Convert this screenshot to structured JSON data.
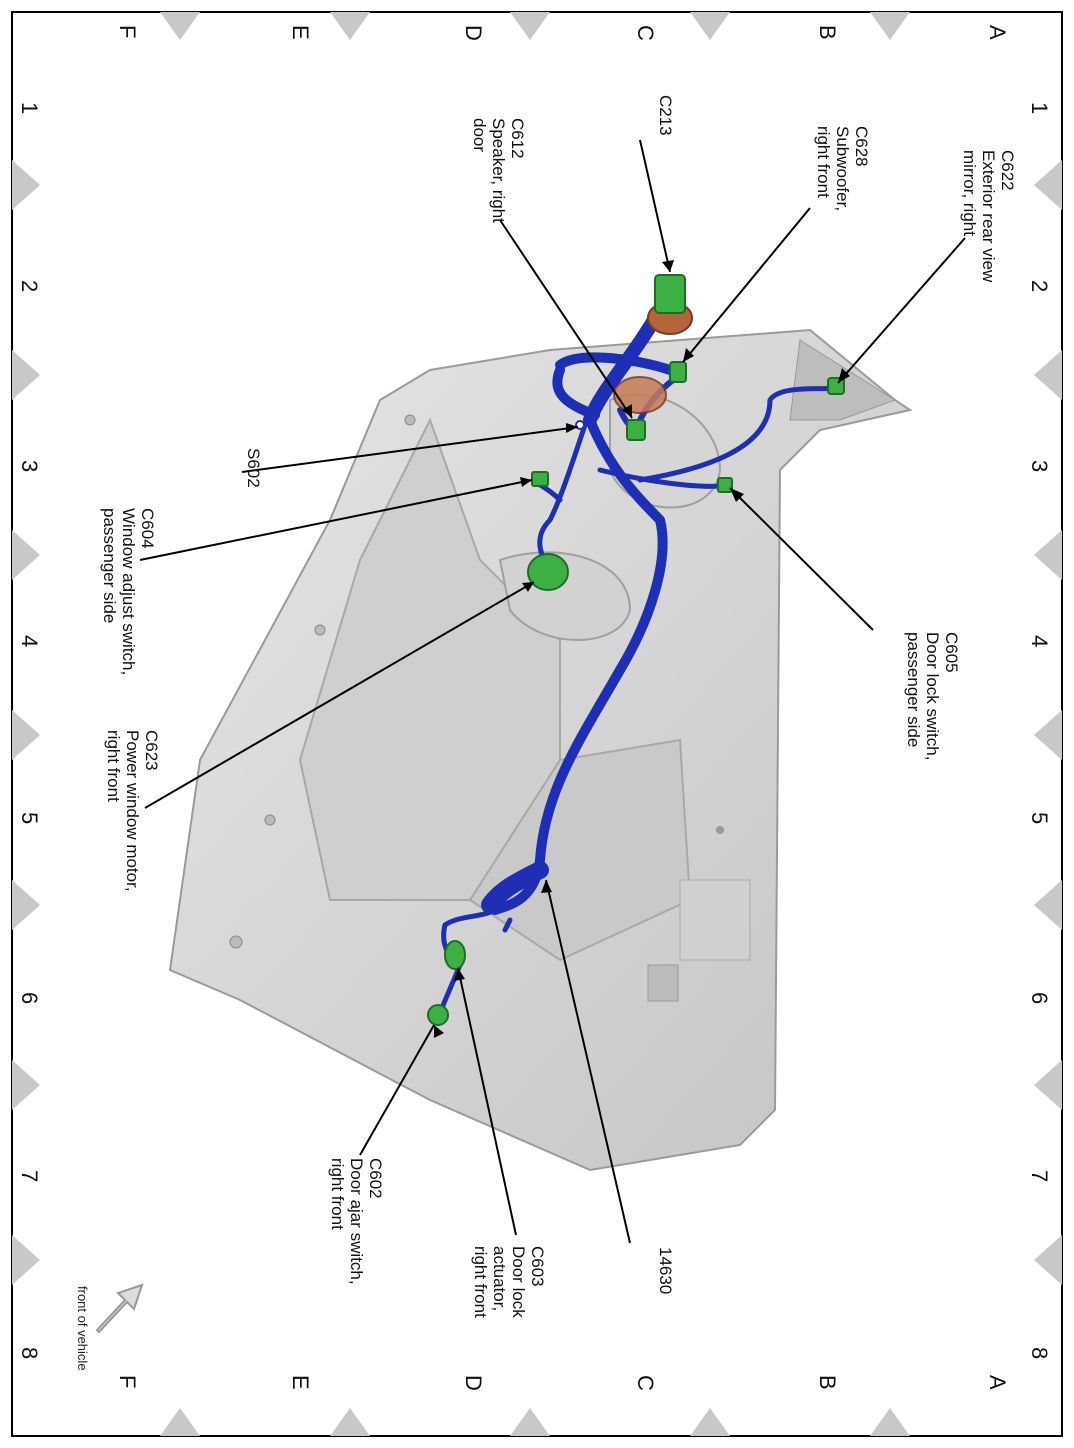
{
  "grid": {
    "numbers": [
      "1",
      "2",
      "3",
      "4",
      "5",
      "6",
      "7",
      "8"
    ],
    "letters": [
      "A",
      "B",
      "C",
      "D",
      "E",
      "F"
    ]
  },
  "connectors": [
    {
      "id": "C622",
      "desc": [
        "Exterior rear view",
        "mirror, right"
      ]
    },
    {
      "id": "C628",
      "desc": [
        "Subwoofer,",
        "right front"
      ]
    },
    {
      "id": "C213",
      "desc": []
    },
    {
      "id": "C612",
      "desc": [
        "Speaker, right",
        "door"
      ]
    },
    {
      "id": "S602",
      "desc": []
    },
    {
      "id": "C604",
      "desc": [
        "Window adjust switch,",
        "passenger side"
      ]
    },
    {
      "id": "C623",
      "desc": [
        "Power window motor,",
        "right front"
      ]
    },
    {
      "id": "C605",
      "desc": [
        "Door lock switch,",
        "passenger side"
      ]
    },
    {
      "id": "14630",
      "desc": []
    },
    {
      "id": "C603",
      "desc": [
        "Door lock",
        "actuator,",
        "right front"
      ]
    },
    {
      "id": "C602",
      "desc": [
        "Door ajar switch,",
        "right front"
      ]
    }
  ],
  "front_label": "front of vehicle",
  "colors": {
    "harness": "#1f2fb5",
    "connector": "#3cb043",
    "grommet": "#b8643a",
    "panel": "#d9d9d9",
    "marker": "#c8c8c8"
  }
}
